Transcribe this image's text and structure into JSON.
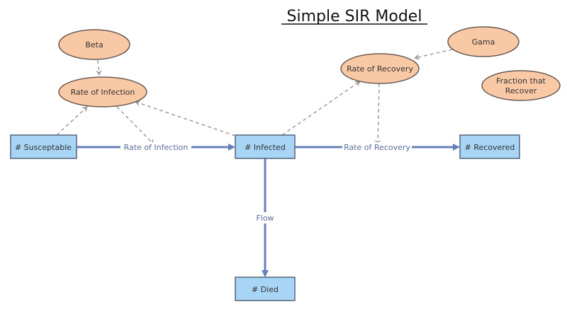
{
  "title": "Simple SIR Model",
  "variables": {
    "beta": "Beta",
    "rate_of_infection": "Rate of Infection",
    "gama": "Gama",
    "rate_of_recovery": "Rate of Recovery",
    "fraction_line1": "Fraction that",
    "fraction_line2": "Recover"
  },
  "stocks": {
    "susceptable": "# Susceptable",
    "infected": "# Infected",
    "recovered": "# Recovered",
    "died": "# Died"
  },
  "flows": {
    "infection": "Rate of Infection",
    "recovery": "Rate of Recovery",
    "death": "Flow"
  },
  "colors": {
    "variable_fill": "#f9c9a6",
    "stock_fill": "#a8d4f5",
    "flow": "#6680b8",
    "link": "#9c9c9c"
  }
}
